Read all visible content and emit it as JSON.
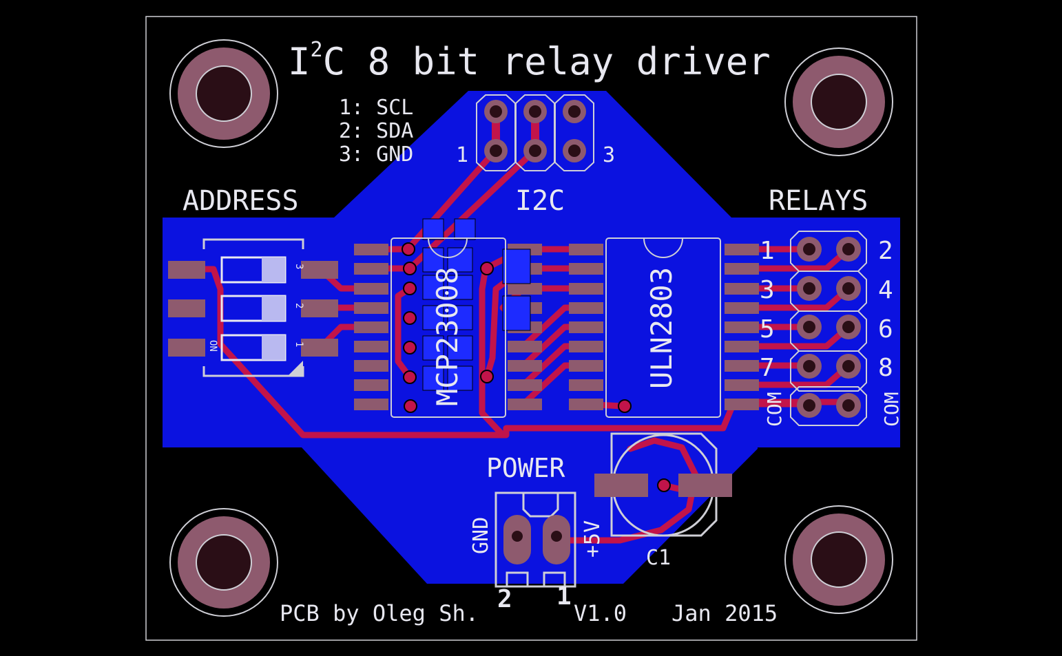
{
  "title": {
    "main": "I",
    "sup": "2",
    "rest": "C 8 bit relay driver"
  },
  "pin_legend": [
    "1: SCL",
    "2: SDA",
    "3: GND"
  ],
  "i2c_header": {
    "label": "I2C",
    "pin_left": "1",
    "pin_right": "3"
  },
  "address": {
    "label": "ADDRESS",
    "on": "ON",
    "sw": [
      "3",
      "2",
      "1"
    ]
  },
  "relays": {
    "label": "RELAYS",
    "left_numbers": [
      "1",
      "3",
      "5",
      "7"
    ],
    "right_numbers": [
      "2",
      "4",
      "6",
      "8"
    ],
    "com": "COM"
  },
  "chips": {
    "u1": "MCP23008",
    "u2": "ULN2803"
  },
  "power": {
    "label": "POWER",
    "gnd": "GND",
    "vcc": "+5V",
    "pin2": "2",
    "pin1": "1"
  },
  "cap": {
    "label": "C1"
  },
  "footer": {
    "author": "PCB by Oleg Sh.",
    "version": "V1.0",
    "date": "Jan 2015"
  },
  "colors": {
    "background": "#000000",
    "copper_pour": "#0b12e0",
    "trace": "#c2144a",
    "pad": "#8e5a6e",
    "silkscreen": "#e8e8f0"
  }
}
